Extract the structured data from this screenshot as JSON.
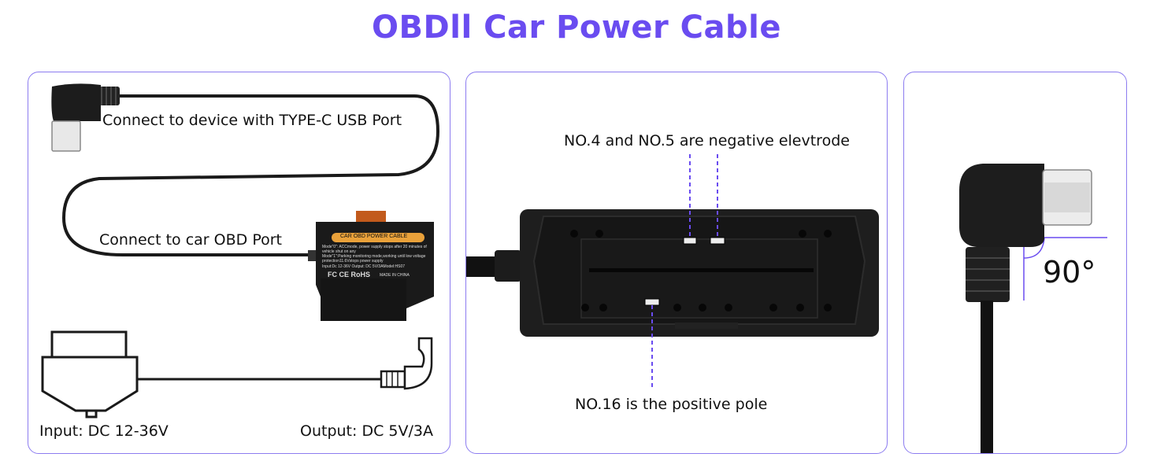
{
  "header": {
    "title": "OBDll Car Power Cable"
  },
  "panel_cable": {
    "usb_label": "Connect to device with TYPE-C USB Port",
    "obd_label": "Connect to car OBD Port",
    "input_label": "Input: DC 12-36V",
    "output_label": "Output: DC 5V/3A",
    "device_label": {
      "badge": "CAR OBD POWER CABLE",
      "mode0": "Mode\"0\": ACCmode, power supply stops after 20 minutes of vehicle shut on any",
      "mode1": "Mode\"1\":Parking monitoring mode,working until low voltage protection11.6Vstops power supply",
      "spec": "Input:Dc 12-36V Output: DC 5V/3AModel:HS07",
      "certs": "FC CE RoHS",
      "made_in": "MADE IN CHINA"
    }
  },
  "panel_pins": {
    "negative_label": "NO.4 and NO.5 are negative elevtrode",
    "positive_label": "NO.16 is the positive pole"
  },
  "panel_angle": {
    "angle_label": "90°"
  },
  "colors": {
    "accent": "#6a4cf0",
    "panel_border": "#8c7cf0",
    "device_body": "#1a1a1a"
  }
}
